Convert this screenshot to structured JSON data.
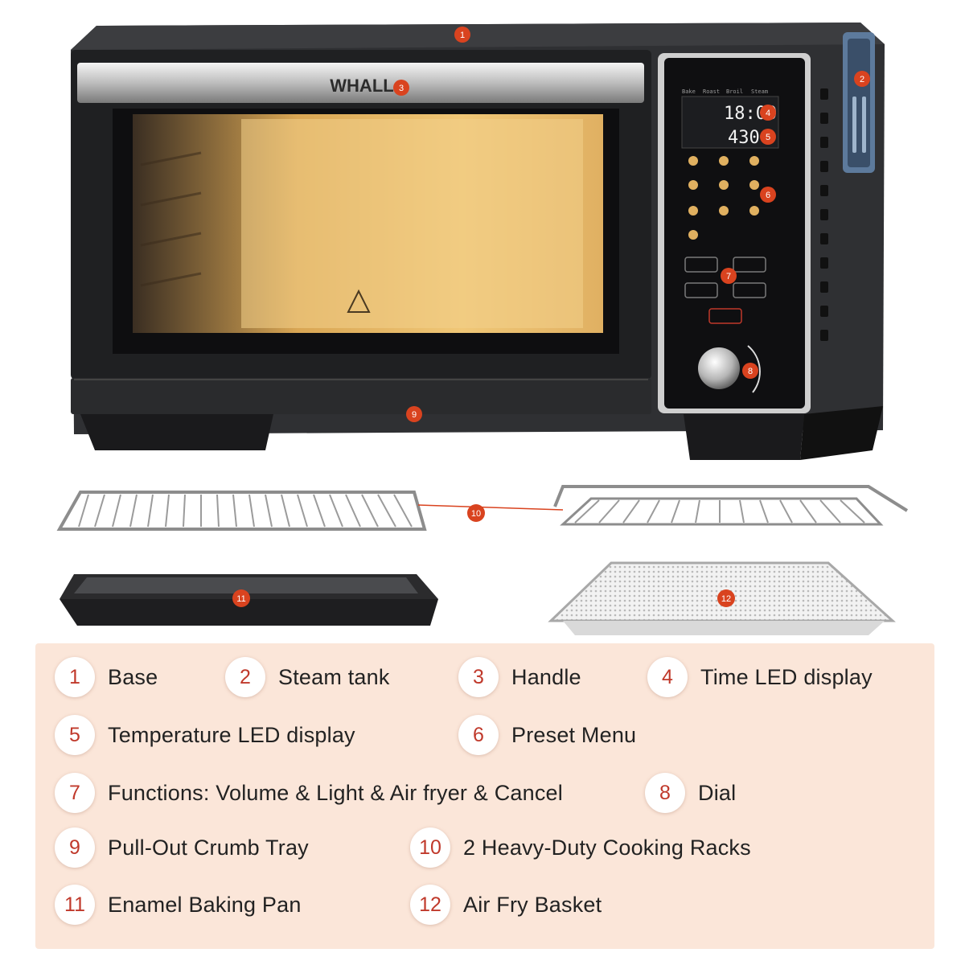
{
  "oven": {
    "brand": "WHALL",
    "time_display": "18:00",
    "temp_display": "430",
    "modes": [
      "Bake",
      "Roast",
      "Broil",
      "Steam"
    ]
  },
  "callouts": [
    "1",
    "2",
    "3",
    "4",
    "5",
    "6",
    "7",
    "8",
    "9",
    "10",
    "11",
    "12"
  ],
  "legend": [
    {
      "num": "1",
      "label": "Base"
    },
    {
      "num": "2",
      "label": "Steam tank"
    },
    {
      "num": "3",
      "label": "Handle"
    },
    {
      "num": "4",
      "label": "Time LED display"
    },
    {
      "num": "5",
      "label": "Temperature LED display"
    },
    {
      "num": "6",
      "label": "Preset Menu"
    },
    {
      "num": "7",
      "label": "Functions: Volume & Light & Air fryer & Cancel"
    },
    {
      "num": "8",
      "label": "Dial"
    },
    {
      "num": "9",
      "label": "Pull-Out Crumb Tray"
    },
    {
      "num": "10",
      "label": "2 Heavy-Duty Cooking Racks"
    },
    {
      "num": "11",
      "label": "Enamel Baking Pan"
    },
    {
      "num": "12",
      "label": "Air Fry Basket"
    }
  ],
  "colors": {
    "legend_bg": "#fbe6d9",
    "callout": "#d9431f",
    "number_text": "#c0392b",
    "oven_body": "#2b2b2d",
    "window_glow": "#e8b25a"
  }
}
